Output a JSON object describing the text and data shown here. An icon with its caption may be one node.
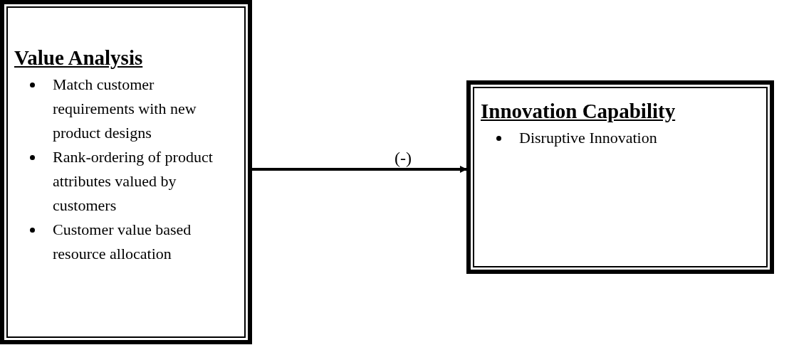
{
  "diagram": {
    "nodes": [
      {
        "text": [
          "Value Analysis",
          "Match customer requirements with new product designs",
          "Rank-ordering of product attributes valued by customers",
          "Customer value based resource allocation"
        ]
      },
      {
        "text": [
          "Innovation Capability",
          "Disruptive Innovation"
        ]
      }
    ],
    "edges": [
      {
        "from": 0,
        "to": 1,
        "arrow": "to",
        "label": "(-)"
      }
    ]
  }
}
